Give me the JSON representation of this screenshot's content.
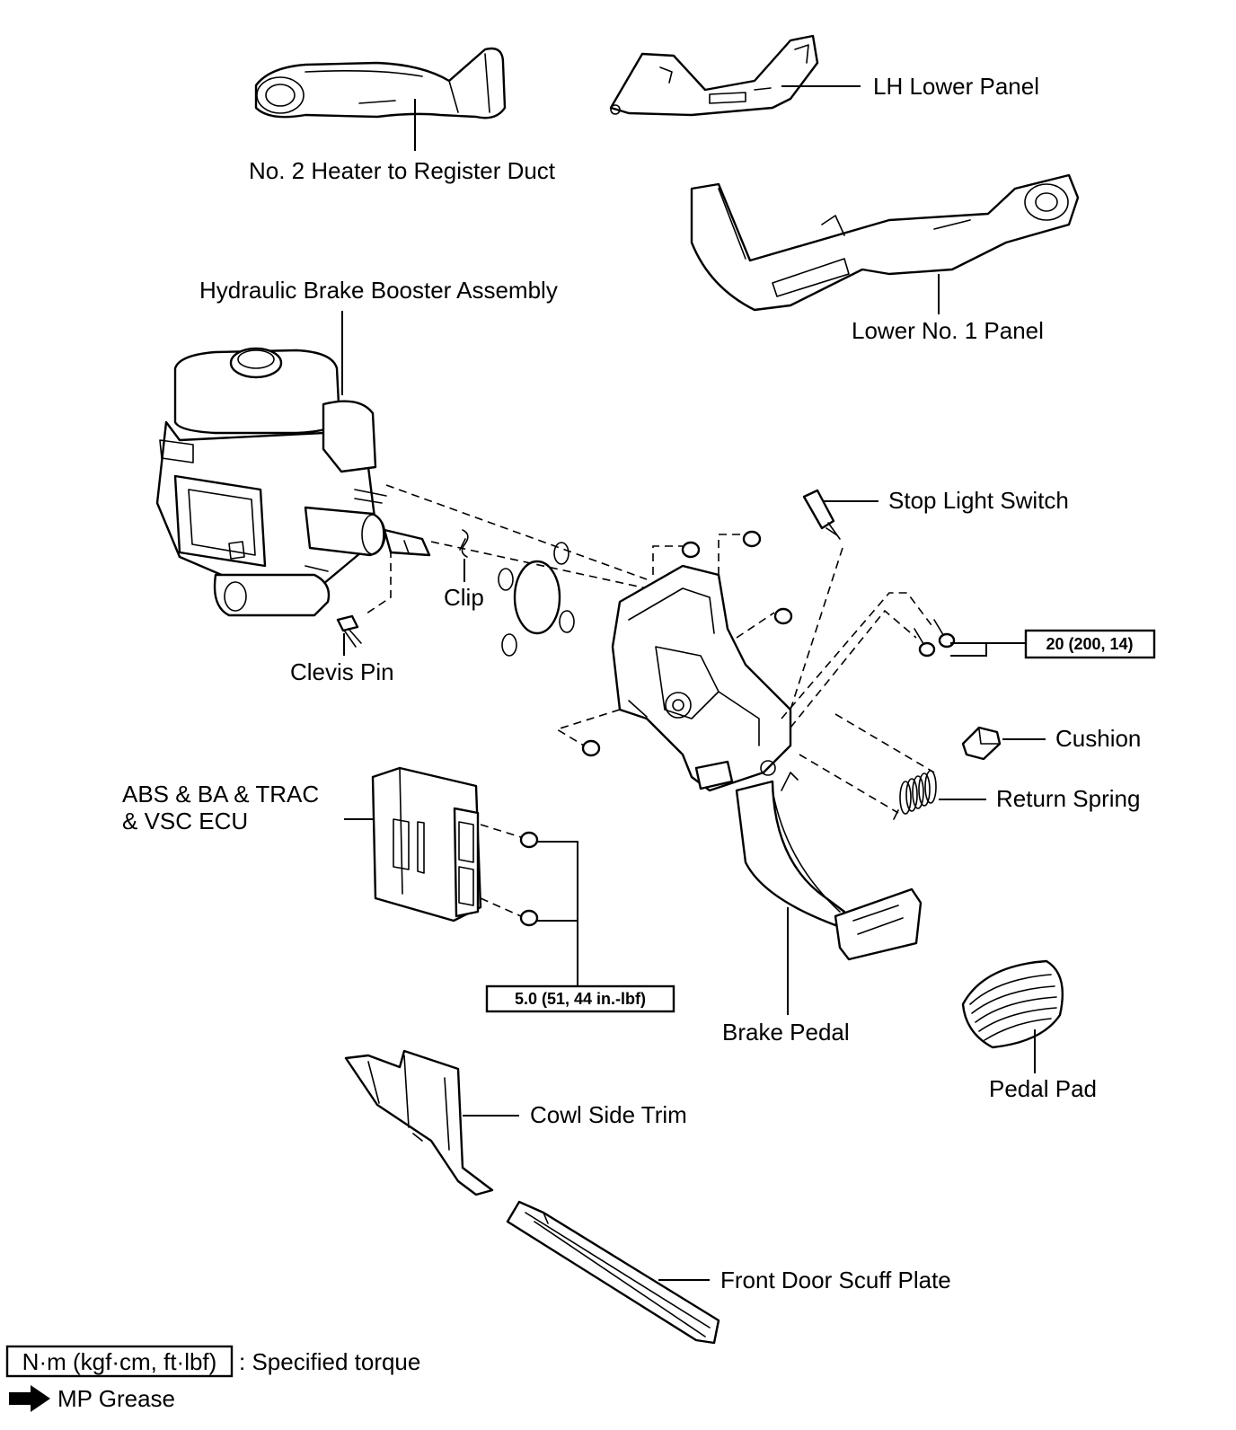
{
  "labels": {
    "heater_duct": "No. 2 Heater to Register Duct",
    "lh_lower_panel": "LH Lower Panel",
    "lower_no1_panel": "Lower No. 1 Panel",
    "booster": "Hydraulic Brake Booster Assembly",
    "stop_light_switch": "Stop Light Switch",
    "clip": "Clip",
    "clevis_pin": "Clevis Pin",
    "cushion": "Cushion",
    "return_spring": "Return Spring",
    "ecu_line1": "ABS & BA & TRAC",
    "ecu_line2": "& VSC ECU",
    "brake_pedal": "Brake Pedal",
    "pedal_pad": "Pedal Pad",
    "cowl_side_trim": "Cowl Side Trim",
    "scuff_plate": "Front Door Scuff Plate"
  },
  "torques": {
    "bracket_bolts": "20 (200, 14)",
    "ecu_nuts": "5.0 (51, 44 in.-lbf)"
  },
  "legend": {
    "torque_units": "N·m (kgf·cm, ft·lbf)",
    "torque_desc": ": Specified torque",
    "grease": "MP Grease"
  }
}
